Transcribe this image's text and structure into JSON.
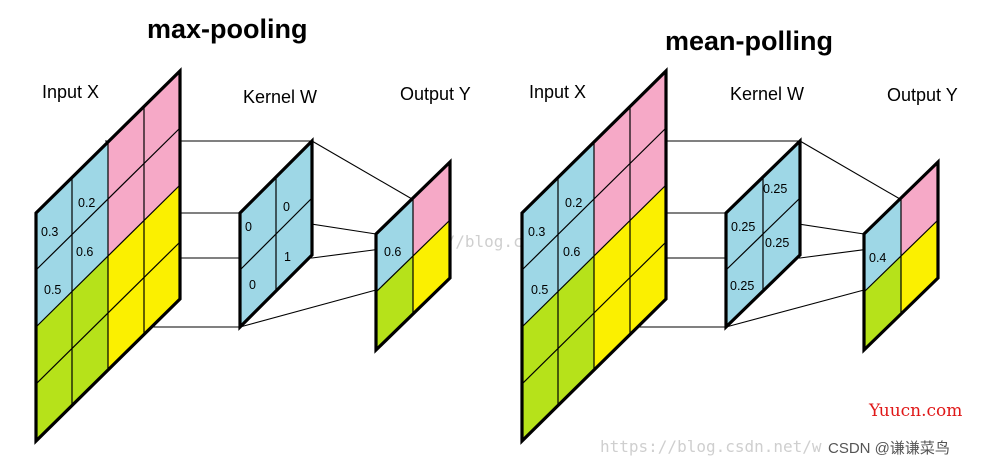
{
  "colors": {
    "blue": "#9ed7e6",
    "pink": "#f6a9c7",
    "yellow": "#fbf000",
    "green": "#b6e21a"
  },
  "panels": [
    {
      "title": "max-pooling",
      "input_label": "Input X",
      "kernel_label": "Kernel W",
      "output_label": "Output Y",
      "input_grid": [
        [
          "blue",
          "blue",
          "pink",
          "pink"
        ],
        [
          "blue",
          "blue",
          "pink",
          "pink"
        ],
        [
          "green",
          "green",
          "yellow",
          "yellow"
        ],
        [
          "green",
          "green",
          "yellow",
          "yellow"
        ]
      ],
      "input_values": [
        "0.3",
        "0.2",
        "0.6",
        "0.5"
      ],
      "kernel_values": [
        "0",
        "0",
        "1",
        "0"
      ],
      "output_grid": [
        [
          "blue",
          "pink"
        ],
        [
          "green",
          "yellow"
        ]
      ],
      "output_value": "0.6"
    },
    {
      "title": "mean-polling",
      "input_label": "Input X",
      "kernel_label": "Kernel W",
      "output_label": "Output Y",
      "input_grid": [
        [
          "blue",
          "blue",
          "pink",
          "pink"
        ],
        [
          "blue",
          "blue",
          "pink",
          "pink"
        ],
        [
          "green",
          "green",
          "yellow",
          "yellow"
        ],
        [
          "green",
          "green",
          "yellow",
          "yellow"
        ]
      ],
      "input_values": [
        "0.3",
        "0.2",
        "0.6",
        "0.5"
      ],
      "kernel_values": [
        "0.25",
        "0.25",
        "0.25",
        "0.25"
      ],
      "output_grid": [
        [
          "blue",
          "pink"
        ],
        [
          "green",
          "yellow"
        ]
      ],
      "output_value": "0.4"
    }
  ],
  "watermarks": {
    "blog_top": "://blog.c",
    "blog_bottom": "https://blog.csdn.net/w",
    "site": "Yuucn.com",
    "csdn": "CSDN @谦谦菜鸟"
  }
}
